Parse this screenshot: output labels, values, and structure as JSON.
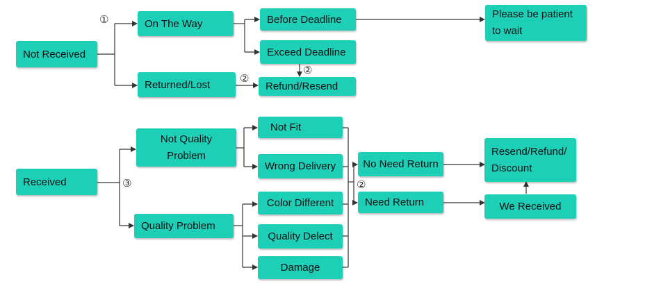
{
  "nodes": {
    "not_received": "Not Received",
    "on_the_way": "On The Way",
    "returned_lost": "Returned/Lost",
    "before_deadline": "Before Deadline",
    "exceed_deadline": "Exceed Deadline",
    "refund_resend": "Refund/Resend",
    "please_wait_line1": "Please be patient",
    "please_wait_line2": "to wait",
    "received": "Received",
    "not_quality_line1": "Not Quality",
    "not_quality_line2": "Problem",
    "quality_problem": "Quality Problem",
    "not_fit": "Not Fit",
    "wrong_delivery": "Wrong Delivery",
    "color_different": "Color Different",
    "quality_defect": "Quality Delect",
    "damage": "Damage",
    "no_need_return": "No Need Return",
    "need_return": "Need Return",
    "resend_line1": "Resend/Refund/",
    "resend_line2": "Discount",
    "we_received": "We Received"
  },
  "markers": {
    "m1": "①",
    "m2a": "②",
    "m2b": "②",
    "m2c": "②",
    "m3": "③"
  },
  "colors": {
    "box": "#1ecfb8",
    "line": "#333333"
  }
}
